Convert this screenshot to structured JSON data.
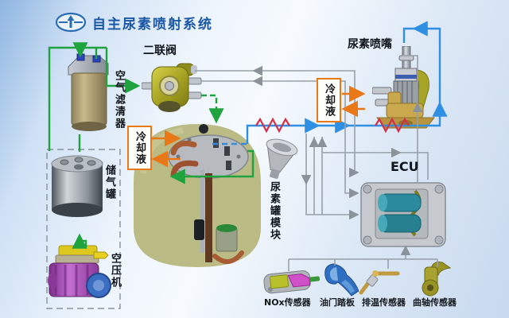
{
  "header": {
    "title": "自主尿素喷射系统",
    "logo": "faw-emblem"
  },
  "components": {
    "air_filter": {
      "label": "空气滤清器"
    },
    "air_tank": {
      "label": "储气罐"
    },
    "air_compressor": {
      "label": "空压机"
    },
    "duplex_valve": {
      "label": "二联阀"
    },
    "urea_tank_module": {
      "label": "尿素罐模块"
    },
    "urea_nozzle": {
      "label": "尿素喷嘴"
    },
    "ecu": {
      "label": "ECU"
    },
    "coolant_left": {
      "label": "冷却液"
    },
    "coolant_right": {
      "label": "冷却液"
    }
  },
  "sensors": [
    {
      "label": "NOx传感器"
    },
    {
      "label": "油门踏板"
    },
    {
      "label": "排温传感器"
    },
    {
      "label": "曲轴传感器"
    }
  ],
  "legend_colors": {
    "air_line": "#1ea33e",
    "urea_line": "#2f8fe2",
    "signal_line": "#98a0a8",
    "coolant_line": "#e87818",
    "heater_symbol": "#d2304a",
    "title_text": "#1a57a5"
  }
}
